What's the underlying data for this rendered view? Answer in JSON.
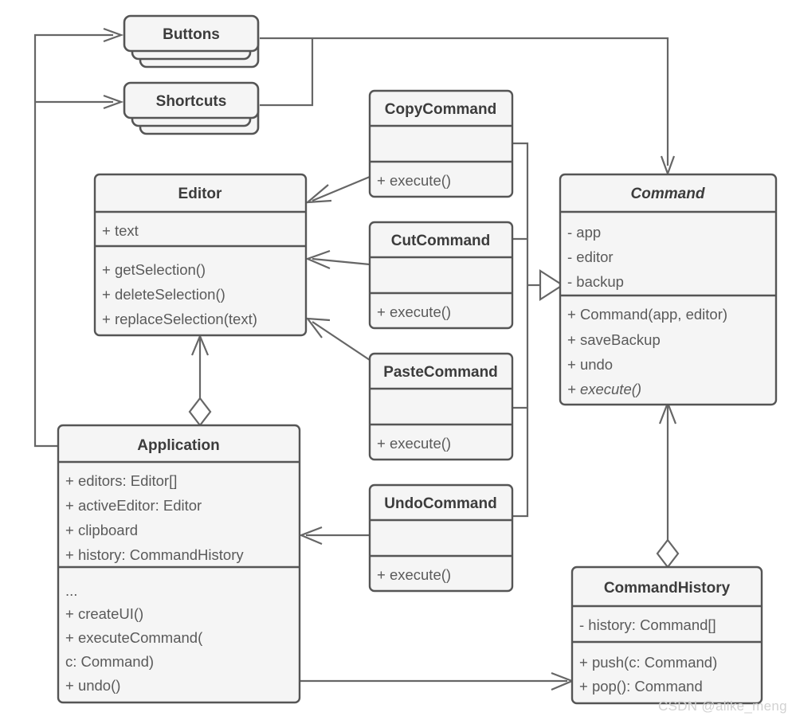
{
  "diagram": {
    "title": "Command pattern UML class diagram",
    "colors": {
      "box_fill": "#f5f5f5",
      "box_border": "#555555",
      "link": "#666666",
      "title_text": "#3c3c3c",
      "member_text": "#5a5a5a",
      "background": "#ffffff",
      "watermark": "#d2d2d2"
    },
    "watermark": "CSDN @alike_meng"
  },
  "classes": {
    "buttons": {
      "name": "Buttons",
      "stacked": true
    },
    "shortcuts": {
      "name": "Shortcuts",
      "stacked": true
    },
    "editor": {
      "name": "Editor",
      "attributes": [
        "+ text"
      ],
      "methods": [
        "+ getSelection()",
        "+ deleteSelection()",
        "+ replaceSelection(text)"
      ]
    },
    "application": {
      "name": "Application",
      "attributes": [
        "+ editors: Editor[]",
        "+ activeEditor: Editor",
        "+ clipboard",
        "+ history: CommandHistory"
      ],
      "methods": [
        "...",
        "+ createUI()",
        "+ executeCommand(",
        "   c: Command)",
        "+ undo()"
      ]
    },
    "command": {
      "name": "Command",
      "abstract": true,
      "attributes": [
        "- app",
        "- editor",
        "- backup"
      ],
      "methods": [
        "+ Command(app, editor)",
        "+ saveBackup",
        "+ undo",
        "+ execute()"
      ],
      "abstract_methods": [
        "+ execute()"
      ]
    },
    "copy_command": {
      "name": "CopyCommand",
      "attributes": [],
      "methods": [
        "+ execute()"
      ]
    },
    "cut_command": {
      "name": "CutCommand",
      "attributes": [],
      "methods": [
        "+ execute()"
      ]
    },
    "paste_command": {
      "name": "PasteCommand",
      "attributes": [],
      "methods": [
        "+ execute()"
      ]
    },
    "undo_command": {
      "name": "UndoCommand",
      "attributes": [],
      "methods": [
        "+ execute()"
      ]
    },
    "command_history": {
      "name": "CommandHistory",
      "attributes": [
        "- history: Command[]"
      ],
      "methods": [
        "+ push(c: Command)",
        "+ pop(): Command"
      ]
    }
  },
  "relationships": [
    {
      "from": "Application",
      "to": "Buttons",
      "type": "association"
    },
    {
      "from": "Application",
      "to": "Shortcuts",
      "type": "association"
    },
    {
      "from": "Buttons",
      "to": "Command",
      "type": "association"
    },
    {
      "from": "Shortcuts",
      "to": "Command",
      "type": "association"
    },
    {
      "from": "CopyCommand",
      "to": "Command",
      "type": "inheritance"
    },
    {
      "from": "CutCommand",
      "to": "Command",
      "type": "inheritance"
    },
    {
      "from": "PasteCommand",
      "to": "Command",
      "type": "inheritance"
    },
    {
      "from": "UndoCommand",
      "to": "Command",
      "type": "inheritance"
    },
    {
      "from": "CopyCommand",
      "to": "Editor",
      "type": "association"
    },
    {
      "from": "CutCommand",
      "to": "Editor",
      "type": "association"
    },
    {
      "from": "PasteCommand",
      "to": "Editor",
      "type": "association"
    },
    {
      "from": "UndoCommand",
      "to": "Application",
      "type": "association"
    },
    {
      "from": "Application",
      "to": "Editor",
      "type": "aggregation"
    },
    {
      "from": "CommandHistory",
      "to": "Command",
      "type": "aggregation"
    },
    {
      "from": "Application",
      "to": "CommandHistory",
      "type": "association"
    }
  ]
}
